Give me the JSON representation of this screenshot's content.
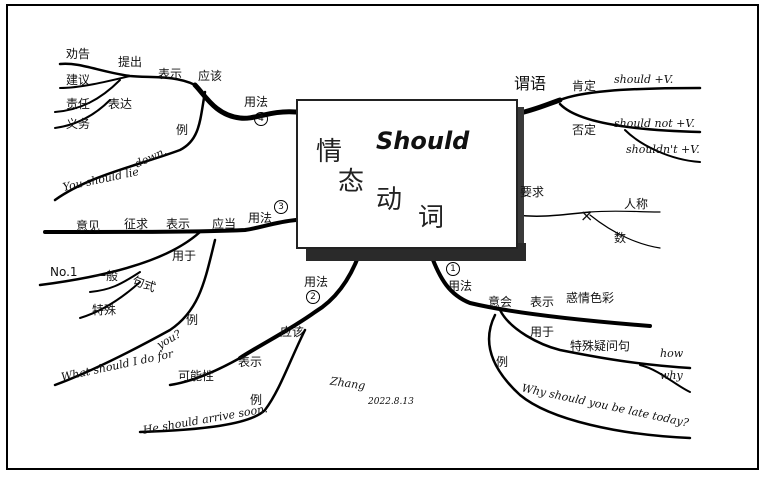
{
  "center": {
    "word": "Should",
    "chars": [
      "情",
      "态",
      "动",
      "词"
    ]
  },
  "branches": {
    "b1": {
      "number": "1",
      "label": "用法",
      "word1": "意会",
      "word2": "表示",
      "word3": "惑情色彩",
      "word4": "用于",
      "word5": "特殊疑问句",
      "how": "how",
      "why": "why",
      "example_label": "例",
      "example": "Why should you be late today?"
    },
    "b2": {
      "number": "2",
      "label": "用法",
      "word1": "应该",
      "word2": "表示",
      "word3": "可能性",
      "example_label": "例",
      "example": "He should arrive soon."
    },
    "b3": {
      "number": "3",
      "label": "用法",
      "word1": "应当",
      "word2": "表示",
      "word3": "征求",
      "word4": "意见",
      "word5": "用于",
      "word6": "句式",
      "word7": "No.1",
      "word8": "一般",
      "word9": "特殊",
      "example_label": "例",
      "example1": "you?",
      "example2": "What should I do for"
    },
    "b4": {
      "number": "4",
      "label": "用法",
      "word1": "应该",
      "word2": "表示",
      "word3": "提出",
      "word4": "劝告",
      "word5": "建议",
      "word6": "表达",
      "word7": "责任",
      "word8": "义务",
      "example_label": "例",
      "example1": "down.",
      "example2": "You should lie"
    },
    "grammar": {
      "label": "谓语",
      "positive": "肯定",
      "negative": "否定",
      "s1": "should +V.",
      "s2": "should not +V.",
      "s3": "shouldn't +V."
    },
    "requirement": {
      "label": "要求",
      "x": "×",
      "person": "人称",
      "number": "数"
    }
  },
  "signature": {
    "name": "Zhang",
    "date": "2022.8.13"
  }
}
